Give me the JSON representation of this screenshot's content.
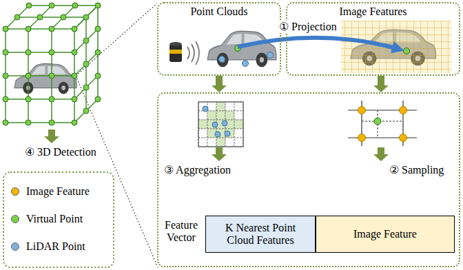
{
  "diagram": {
    "nodes": [
      {
        "text": [
          "Point Clouds"
        ]
      },
      {
        "text": [
          "Image Features"
        ]
      },
      {
        "text": [
          "③ Aggregation",
          "② Sampling",
          "Feature Vector"
        ]
      },
      {
        "text": [
          "K Nearest Point Cloud Features"
        ],
        "in": 2
      },
      {
        "text": [
          "Image Feature"
        ],
        "in": 2
      }
    ],
    "edges": [
      {
        "from": 0,
        "to": 2,
        "arrow": "to"
      },
      {
        "from": 1,
        "to": 2,
        "arrow": "to"
      }
    ],
    "labels": [
      "① Projection",
      "④ 3D Detection"
    ],
    "legend": [
      {
        "text": "Image Feature",
        "color": "#f2b400"
      },
      {
        "text": "Virtual Point",
        "color": "#7ccf4a"
      },
      {
        "text": "LiDAR Point",
        "color": "#7fb2dc"
      }
    ]
  }
}
